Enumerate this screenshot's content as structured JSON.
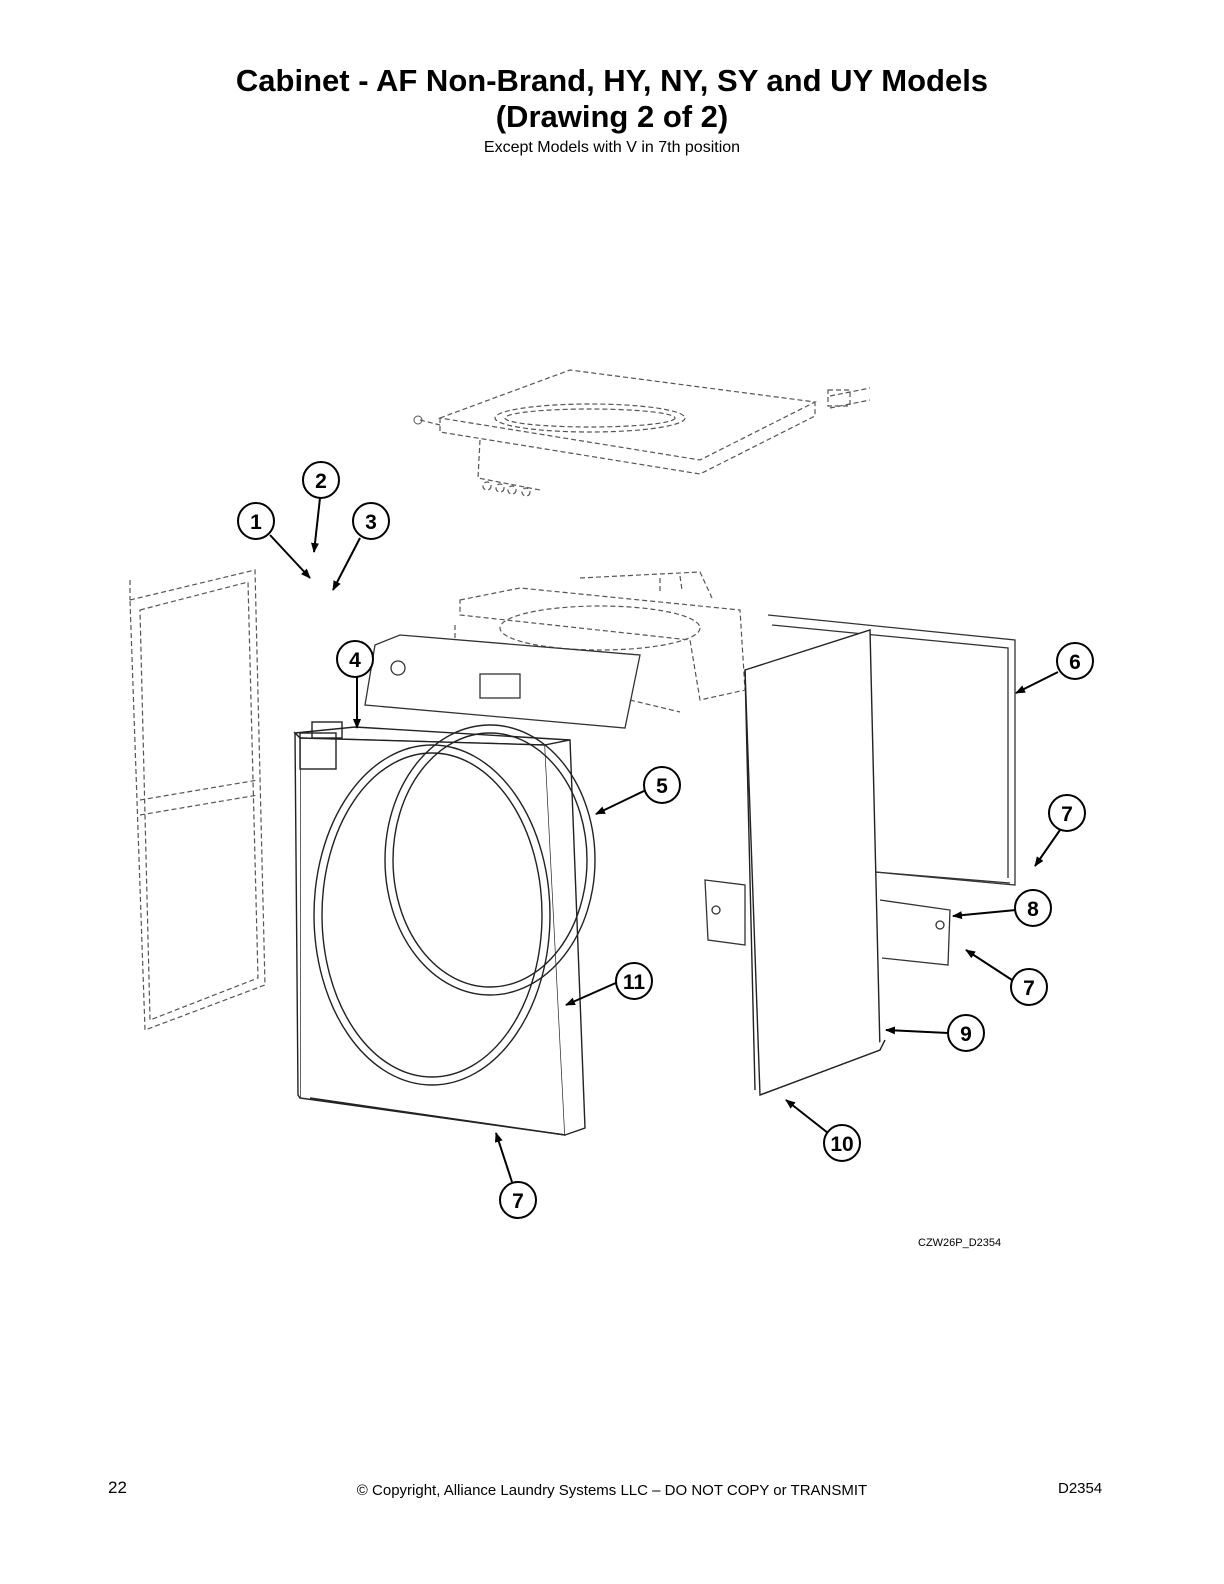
{
  "header": {
    "title_line1": "Cabinet - AF Non-Brand, HY, NY, SY and UY Models",
    "title_line2": "(Drawing 2 of 2)",
    "subtitle": "Except Models with V in 7th position"
  },
  "callouts": [
    {
      "id": "callout-1",
      "label": "1"
    },
    {
      "id": "callout-2",
      "label": "2"
    },
    {
      "id": "callout-3",
      "label": "3"
    },
    {
      "id": "callout-4",
      "label": "4"
    },
    {
      "id": "callout-5",
      "label": "5"
    },
    {
      "id": "callout-6",
      "label": "6"
    },
    {
      "id": "callout-7a",
      "label": "7"
    },
    {
      "id": "callout-8",
      "label": "8"
    },
    {
      "id": "callout-7b",
      "label": "7"
    },
    {
      "id": "callout-11",
      "label": "11"
    },
    {
      "id": "callout-9",
      "label": "9"
    },
    {
      "id": "callout-10",
      "label": "10"
    },
    {
      "id": "callout-7c",
      "label": "7"
    }
  ],
  "drawing_id": "CZW26P_D2354",
  "footer": {
    "page_number": "22",
    "copyright": "© Copyright, Alliance Laundry Systems LLC – DO NOT COPY or TRANSMIT",
    "doc_id": "D2354"
  }
}
